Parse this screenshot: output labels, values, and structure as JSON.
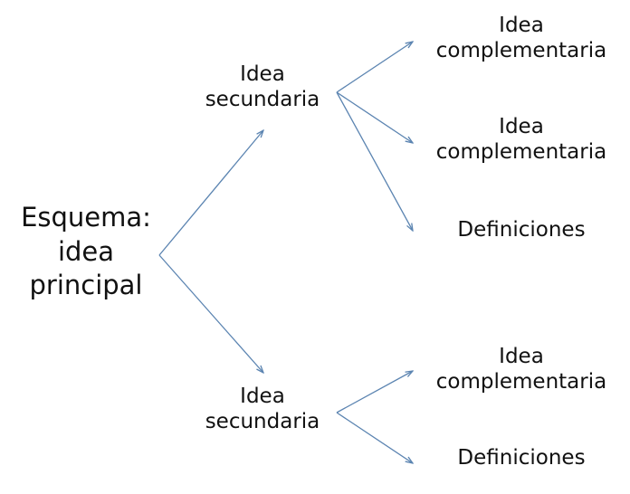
{
  "diagram": {
    "line_color": "#5b84b1",
    "text_color": "#111111",
    "main": {
      "line1": "Esquema:",
      "line2": "idea",
      "line3": "principal"
    },
    "secondary": [
      {
        "line1": "Idea",
        "line2": "secundaria"
      },
      {
        "line1": "Idea",
        "line2": "secundaria"
      }
    ],
    "details": [
      {
        "line1": "Idea",
        "line2": "complementaria"
      },
      {
        "line1": "Idea",
        "line2": "complementaria"
      },
      {
        "line1": "Definiciones"
      },
      {
        "line1": "Idea",
        "line2": "complementaria"
      },
      {
        "line1": "Definiciones"
      }
    ]
  }
}
